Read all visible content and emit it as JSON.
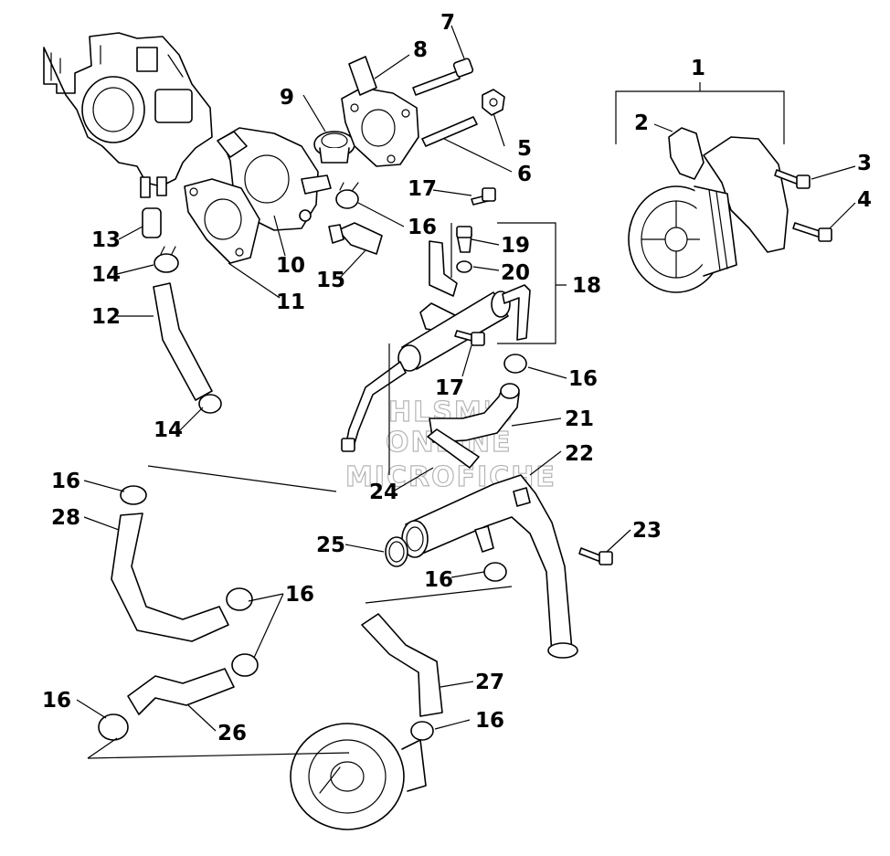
{
  "watermark": {
    "line1": "HLSM'S",
    "line2": "ONLINE",
    "line3": "MICROFICHE"
  },
  "callouts": {
    "c1": "1",
    "c2": "2",
    "c3": "3",
    "c4": "4",
    "c5": "5",
    "c6": "6",
    "c7": "7",
    "c8": "8",
    "c9": "9",
    "c10": "10",
    "c11": "11",
    "c12": "12",
    "c13": "13",
    "c14a": "14",
    "c14b": "14",
    "c15": "15",
    "c16a": "16",
    "c16b": "16",
    "c16c": "16",
    "c16d": "16",
    "c16e": "16",
    "c16f": "16",
    "c16g": "16",
    "c17a": "17",
    "c17b": "17",
    "c18": "18",
    "c19": "19",
    "c20": "20",
    "c21": "21",
    "c22": "22",
    "c23": "23",
    "c24": "24",
    "c25": "25",
    "c26": "26",
    "c27": "27",
    "c28": "28"
  },
  "colors": {
    "line": "#000000",
    "watermark": "#b5b5b5",
    "background": "#ffffff"
  }
}
